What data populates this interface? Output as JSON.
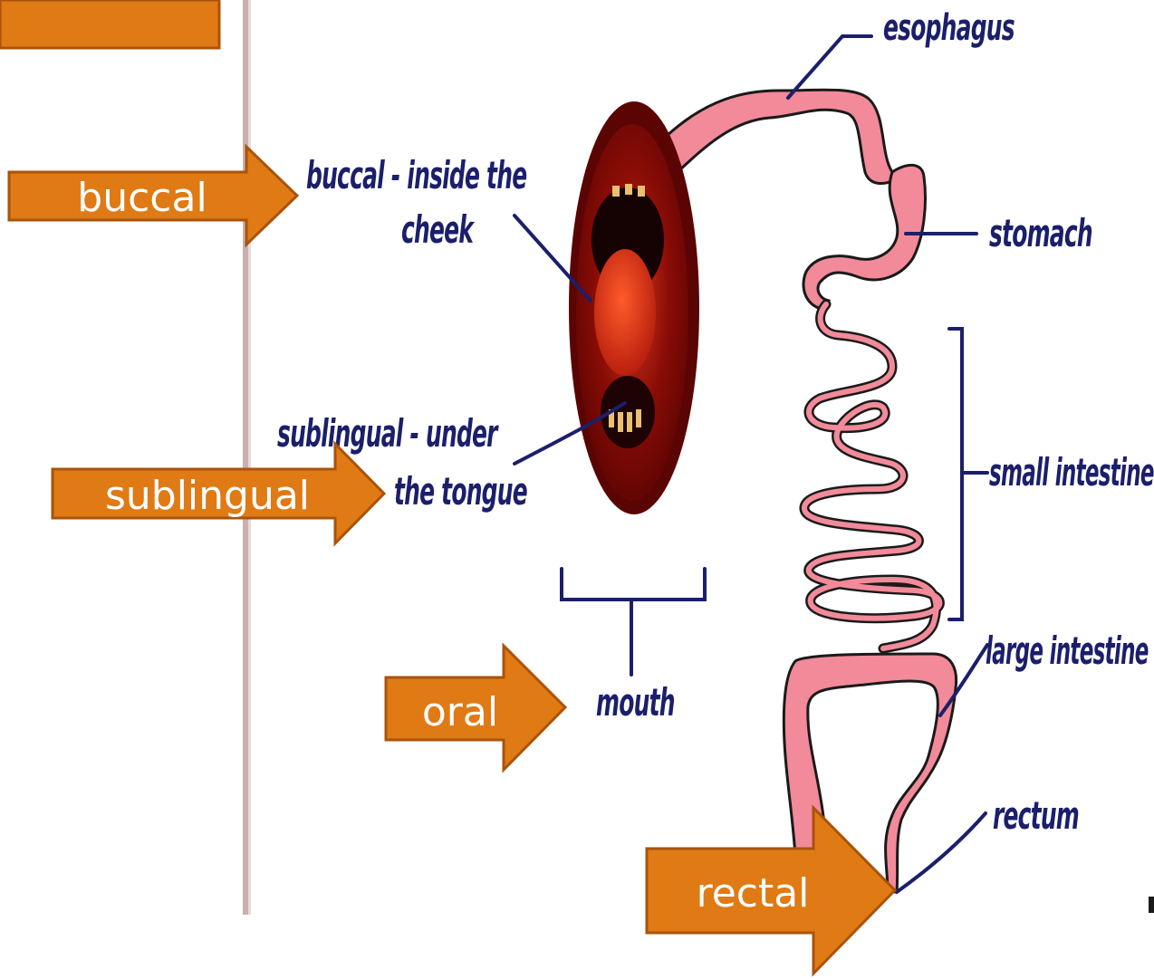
{
  "colors": {
    "arrow_fill": "#e07a14",
    "arrow_stroke": "#a9530c",
    "tract_fill": "#f28a99",
    "tract_outline": "#1a1a1a",
    "label_ink": "#1b1f6b",
    "divider": "#b8a0a0"
  },
  "arrows": {
    "buccal": "buccal",
    "sublingual": "sublingual",
    "oral": "oral",
    "rectal": "rectal"
  },
  "labels": {
    "esophagus": "esophagus",
    "buccal_line1": "buccal - inside the",
    "buccal_line2": "cheek",
    "stomach": "stomach",
    "sublingual_line1": "sublingual - under",
    "sublingual_line2": "the tongue",
    "small_intestine": "small intestine",
    "large_intestine": "large intestine",
    "mouth": "mouth",
    "rectum": "rectum"
  }
}
